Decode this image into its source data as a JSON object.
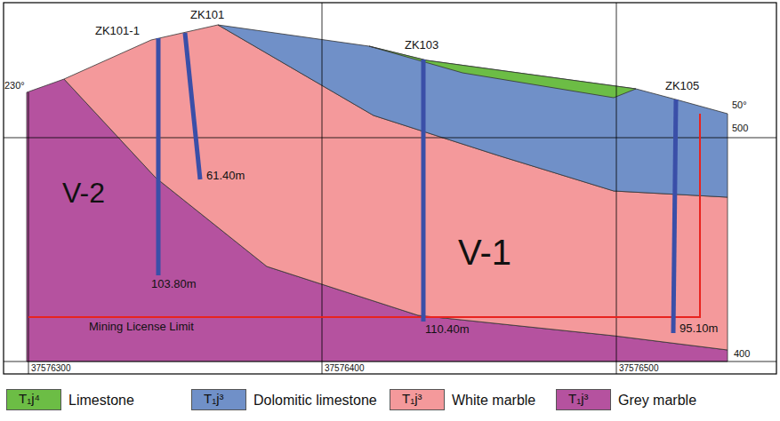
{
  "diagram": {
    "labels": [
      "230°",
      "ZK101-1",
      "ZK101",
      "ZK103",
      "ZK105",
      "50°",
      "500",
      "61.40m",
      "V-2",
      "V-1",
      "103.80m",
      "Mining License Limit",
      "110.40m",
      "95.10m",
      "400",
      "37576300",
      "37576400",
      "37576500",
      "T₁j⁴",
      "T₁j³",
      "T₁j³",
      "T₁j³"
    ],
    "legend": [
      {
        "text": "Limestone",
        "color": "#6cbd45"
      },
      {
        "text": "Dolomitic limestone",
        "color": "#7090c8"
      },
      {
        "text": "White marble",
        "color": "#f4999b"
      },
      {
        "text": "Grey marble",
        "color": "#b5529f"
      }
    ]
  }
}
